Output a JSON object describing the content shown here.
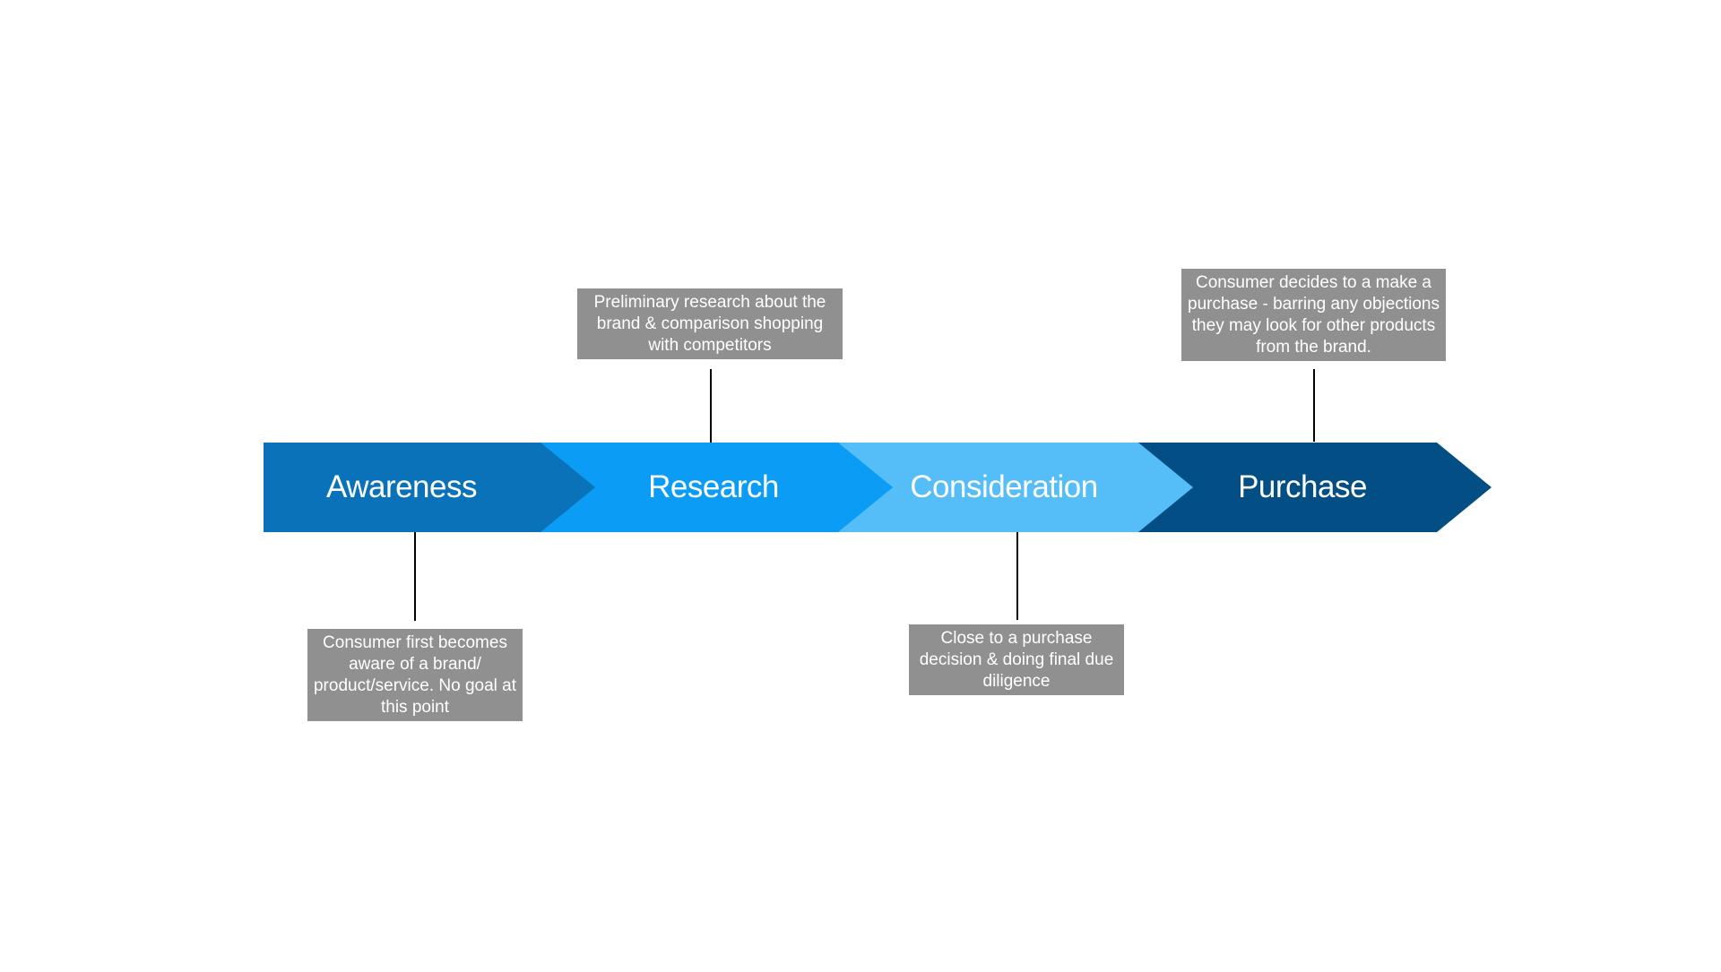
{
  "stages": [
    {
      "label": "Awareness",
      "color": "#0a72b8"
    },
    {
      "label": "Research",
      "color": "#0b9df5"
    },
    {
      "label": "Consideration",
      "color": "#55bdf7"
    },
    {
      "label": "Purchase",
      "color": "#034e84"
    }
  ],
  "callouts": [
    {
      "text": "Consumer first becomes aware of a brand/ product/service. No goal at this point"
    },
    {
      "text": "Preliminary research about the brand & comparison shopping with competitors"
    },
    {
      "text": "Close to a purchase decision & doing final due diligence"
    },
    {
      "text": "Consumer decides to a make a purchase - barring any objections they may look for other products from the brand."
    }
  ],
  "colors": {
    "callout_bg": "#909090",
    "connector": "#000000",
    "text": "#ffffff"
  }
}
